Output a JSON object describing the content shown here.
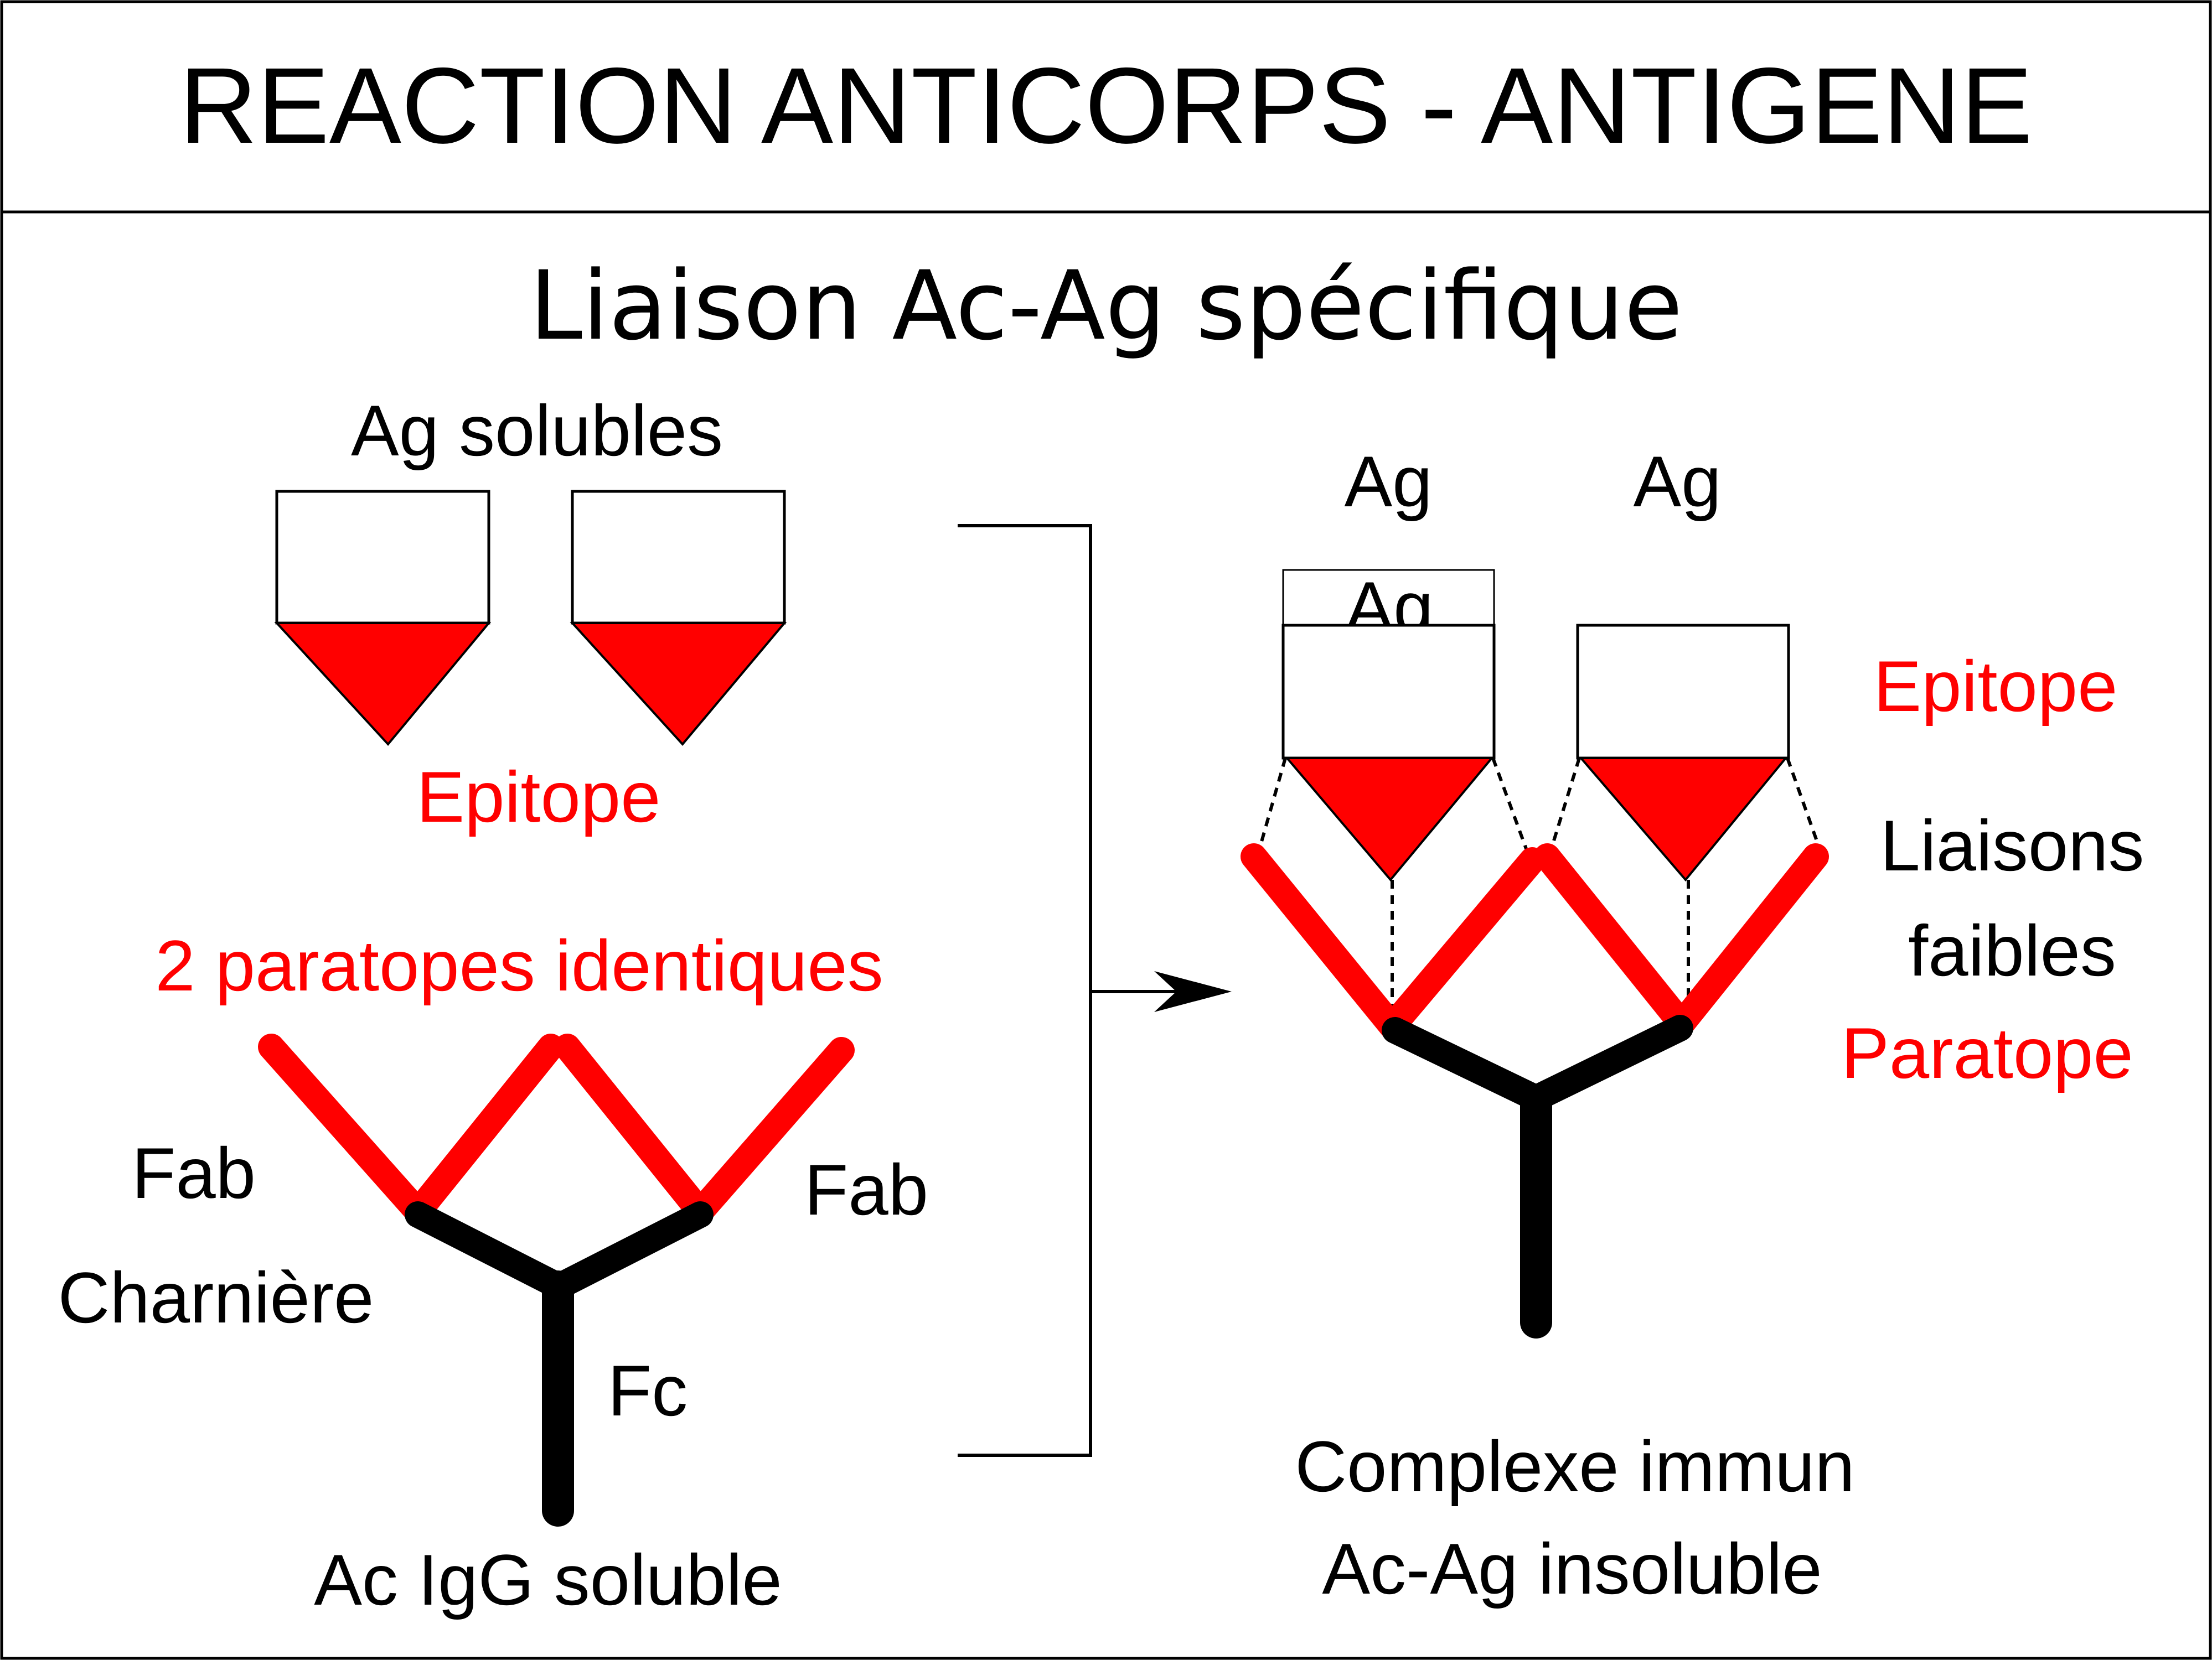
{
  "header": {
    "title": "REACTION ANTICORPS - ANTIGENE"
  },
  "subtitle": "Liaison Ac-Ag spécifique",
  "left": {
    "ag_label": "Ag solubles",
    "epitope_label": "Epitope",
    "paratopes_label": "2 paratopes identiques",
    "fab_left_label": "Fab",
    "fab_right_label": "Fab",
    "hinge_label": "Charnière",
    "fc_label": "Fc",
    "antibody_label": "Ac IgG soluble"
  },
  "right": {
    "ag_label_1": "Ag",
    "ag_label_2": "Ag",
    "ag_label_hidden": "Ag",
    "epitope_label": "Epitope",
    "bonds_label_1": "Liaisons",
    "bonds_label_2": "faibles",
    "paratope_label": "Paratope",
    "complex_label_1": "Complexe immun",
    "complex_label_2": "Ac-Ag insoluble"
  },
  "colors": {
    "epitope_red": "#ff0000",
    "line_black": "#000000",
    "background": "#ffffff"
  }
}
